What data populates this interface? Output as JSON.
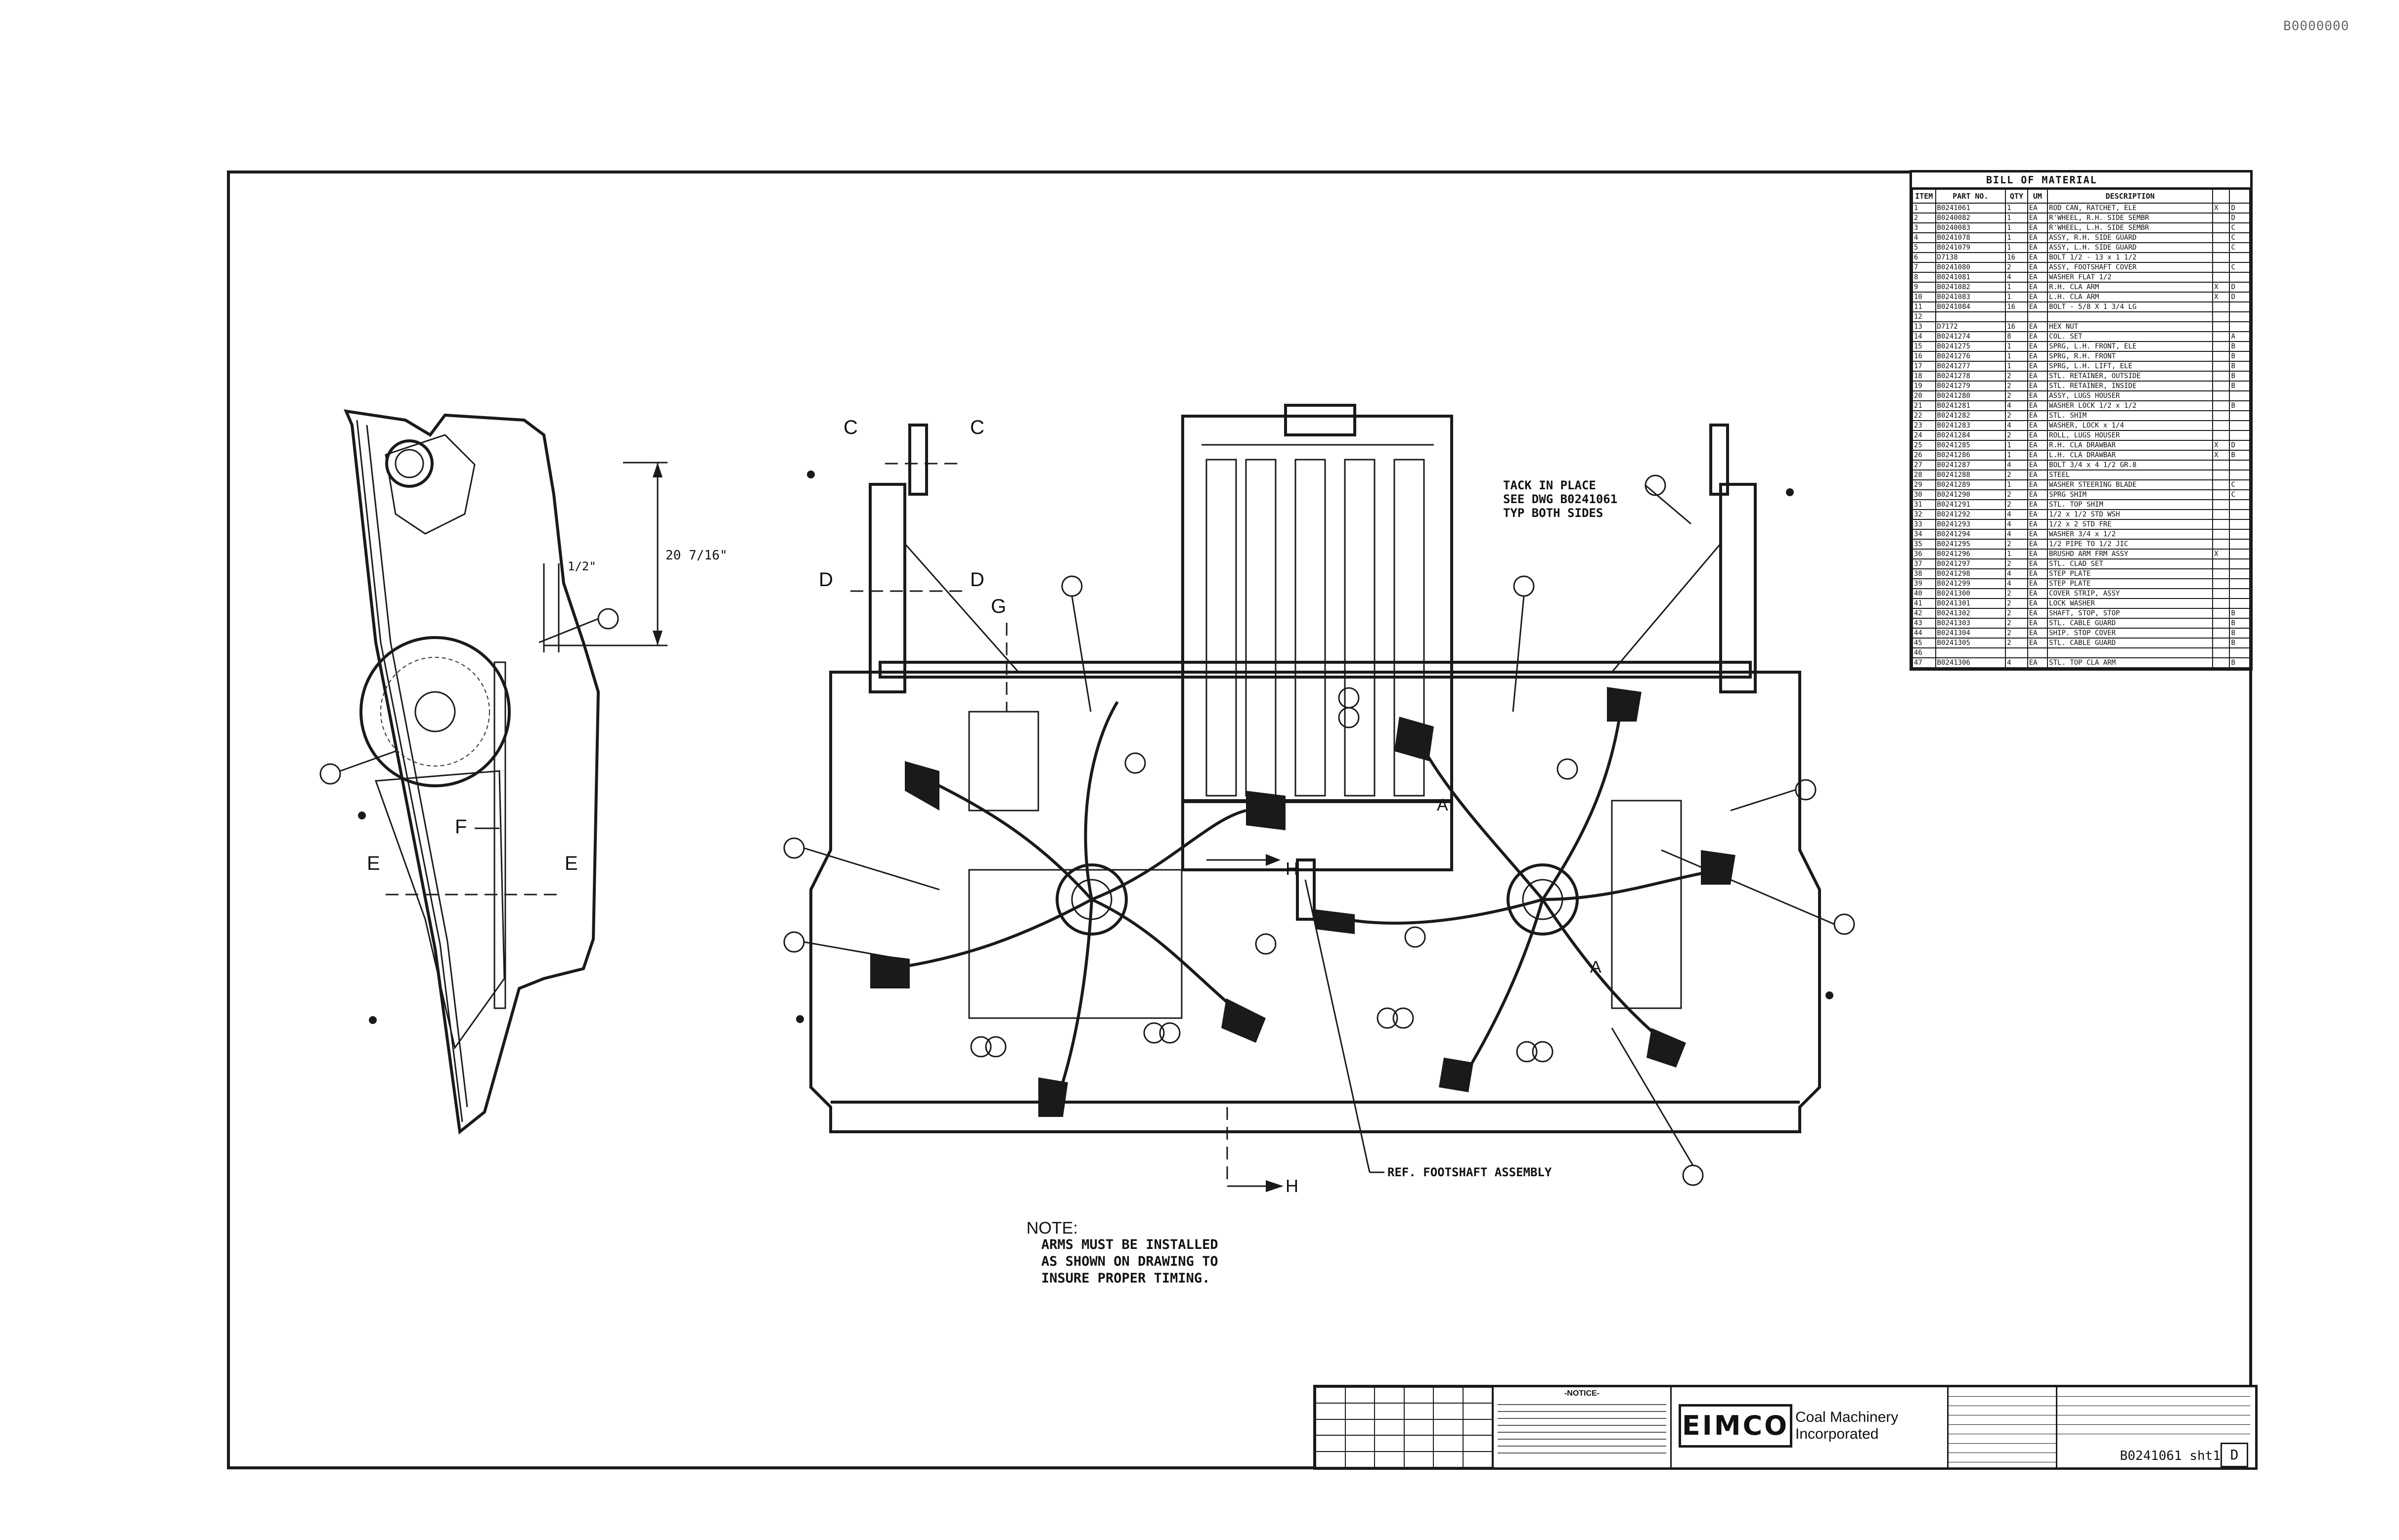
{
  "stamp": "B0000000",
  "section_marks": {
    "c": "C",
    "d": "D",
    "e": "E",
    "f": "F",
    "g": "G",
    "h": "H",
    "a": "A"
  },
  "dimensions": {
    "height": "20 7/16\"",
    "small": "1/2\""
  },
  "callouts": {
    "tack_note": [
      "TACK IN PLACE",
      "SEE DWG B0241061",
      "TYP BOTH SIDES"
    ],
    "footshaft": "REF. FOOTSHAFT ASSEMBLY"
  },
  "note": {
    "heading": "NOTE:",
    "lines": [
      "ARMS MUST BE INSTALLED",
      "AS SHOWN ON DRAWING TO",
      "INSURE PROPER TIMING."
    ]
  },
  "bom": {
    "title": "BILL OF MATERIAL",
    "headers": [
      "ITEM",
      "PART NO.",
      "QTY",
      "UM",
      "DESCRIPTION",
      "",
      ""
    ],
    "rows": [
      [
        "1",
        "B0241061",
        "1",
        "EA",
        "ROD CAN, RATCHET, ELE",
        "X",
        "D"
      ],
      [
        "2",
        "B0240082",
        "1",
        "EA",
        "R'WHEEL, R.H. SIDE SEMBR",
        "",
        "D"
      ],
      [
        "3",
        "B0240083",
        "1",
        "EA",
        "R'WHEEL, L.H. SIDE SEMBR",
        "",
        "C"
      ],
      [
        "4",
        "B0241078",
        "1",
        "EA",
        "ASSY, R.H. SIDE GUARD",
        "",
        "C"
      ],
      [
        "5",
        "B0241079",
        "1",
        "EA",
        "ASSY, L.H. SIDE GUARD",
        "",
        "C"
      ],
      [
        "6",
        "D7138",
        "16",
        "EA",
        "BOLT 1/2 - 13 x 1 1/2",
        "",
        ""
      ],
      [
        "7",
        "B0241080",
        "2",
        "EA",
        "ASSY, FOOTSHAFT COVER",
        "",
        "C"
      ],
      [
        "8",
        "B0241081",
        "4",
        "EA",
        "WASHER FLAT 1/2",
        "",
        ""
      ],
      [
        "9",
        "B0241082",
        "1",
        "EA",
        "R.H. CLA ARM",
        "X",
        "D"
      ],
      [
        "10",
        "B0241083",
        "1",
        "EA",
        "L.H. CLA ARM",
        "X",
        "D"
      ],
      [
        "11",
        "B0241084",
        "16",
        "EA",
        "BOLT - 5/8 X 1 3/4 LG",
        "",
        ""
      ],
      [
        "12",
        "",
        "",
        "",
        "",
        "",
        ""
      ],
      [
        "13",
        "D7172",
        "16",
        "EA",
        "HEX NUT",
        "",
        ""
      ],
      [
        "14",
        "B0241274",
        "8",
        "EA",
        "COL. SET",
        "",
        "A"
      ],
      [
        "15",
        "B0241275",
        "1",
        "EA",
        "SPRG, L.H. FRONT, ELE",
        "",
        "B"
      ],
      [
        "16",
        "B0241276",
        "1",
        "EA",
        "SPRG, R.H. FRONT",
        "",
        "B"
      ],
      [
        "17",
        "B0241277",
        "1",
        "EA",
        "SPRG, L.H. LIFT, ELE",
        "",
        "B"
      ],
      [
        "18",
        "B0241278",
        "2",
        "EA",
        "STL. RETAINER, OUTSIDE",
        "",
        "B"
      ],
      [
        "19",
        "B0241279",
        "2",
        "EA",
        "STL. RETAINER, INSIDE",
        "",
        "B"
      ],
      [
        "20",
        "B0241280",
        "2",
        "EA",
        "ASSY, LUGS HOUSER",
        "",
        ""
      ],
      [
        "21",
        "B0241281",
        "4",
        "EA",
        "WASHER LOCK 1/2 x 1/2",
        "",
        "B"
      ],
      [
        "22",
        "B0241282",
        "2",
        "EA",
        "STL. SHIM",
        "",
        ""
      ],
      [
        "23",
        "B0241283",
        "4",
        "EA",
        "WASHER, LOCK x 1/4",
        "",
        ""
      ],
      [
        "24",
        "B0241284",
        "2",
        "EA",
        "ROLL, LUGS HOUSER",
        "",
        ""
      ],
      [
        "25",
        "B0241285",
        "1",
        "EA",
        "R.H. CLA DRAWBAR",
        "X",
        "D"
      ],
      [
        "26",
        "B0241286",
        "1",
        "EA",
        "L.H. CLA DRAWBAR",
        "X",
        "B"
      ],
      [
        "27",
        "B0241287",
        "4",
        "EA",
        "BOLT 3/4 x 4 1/2 GR.8",
        "",
        ""
      ],
      [
        "28",
        "B0241288",
        "2",
        "EA",
        "STEEL",
        "",
        ""
      ],
      [
        "29",
        "B0241289",
        "1",
        "EA",
        "WASHER STEERING BLADE",
        "",
        "C"
      ],
      [
        "30",
        "B0241290",
        "2",
        "EA",
        "SPRG SHIM",
        "",
        "C"
      ],
      [
        "31",
        "B0241291",
        "2",
        "EA",
        "STL. TOP SHIM",
        "",
        ""
      ],
      [
        "32",
        "B0241292",
        "4",
        "EA",
        "1/2 x 1/2 STD WSH",
        "",
        ""
      ],
      [
        "33",
        "B0241293",
        "4",
        "EA",
        "1/2 x 2 STD FRE",
        "",
        ""
      ],
      [
        "34",
        "B0241294",
        "4",
        "EA",
        "WASHER 3/4 x 1/2",
        "",
        ""
      ],
      [
        "35",
        "B0241295",
        "2",
        "EA",
        "1/2 PIPE TO 1/2 JIC",
        "",
        ""
      ],
      [
        "36",
        "B0241296",
        "1",
        "EA",
        "BRUSHD ARM FRM ASSY",
        "X",
        ""
      ],
      [
        "37",
        "B0241297",
        "2",
        "EA",
        "STL. CLAD SET",
        "",
        ""
      ],
      [
        "38",
        "B0241298",
        "4",
        "EA",
        "STEP PLATE",
        "",
        ""
      ],
      [
        "39",
        "B0241299",
        "4",
        "EA",
        "STEP PLATE",
        "",
        ""
      ],
      [
        "40",
        "B0241300",
        "2",
        "EA",
        "COVER STRIP, ASSY",
        "",
        ""
      ],
      [
        "41",
        "B0241301",
        "2",
        "EA",
        "LOCK WASHER",
        "",
        ""
      ],
      [
        "42",
        "B0241302",
        "2",
        "EA",
        "SHAFT, STOP, STOP",
        "",
        "B"
      ],
      [
        "43",
        "B0241303",
        "2",
        "EA",
        "STL. CABLE GUARD",
        "",
        "B"
      ],
      [
        "44",
        "B0241304",
        "2",
        "EA",
        "SHIP. STOP COVER",
        "",
        "B"
      ],
      [
        "45",
        "B0241305",
        "2",
        "EA",
        "STL. CABLE GUARD",
        "",
        "B"
      ],
      [
        "46",
        "",
        "",
        "",
        "",
        "",
        ""
      ],
      [
        "47",
        "B0241306",
        "4",
        "EA",
        "STL. TOP CLA ARM",
        "",
        "B"
      ]
    ]
  },
  "title_block": {
    "notice_heading": "-NOTICE-",
    "logo": "EIMCO",
    "company": [
      "Coal Machinery",
      "Incorporated"
    ],
    "drawing_number": "B0241061  sht1",
    "revision": "D"
  }
}
